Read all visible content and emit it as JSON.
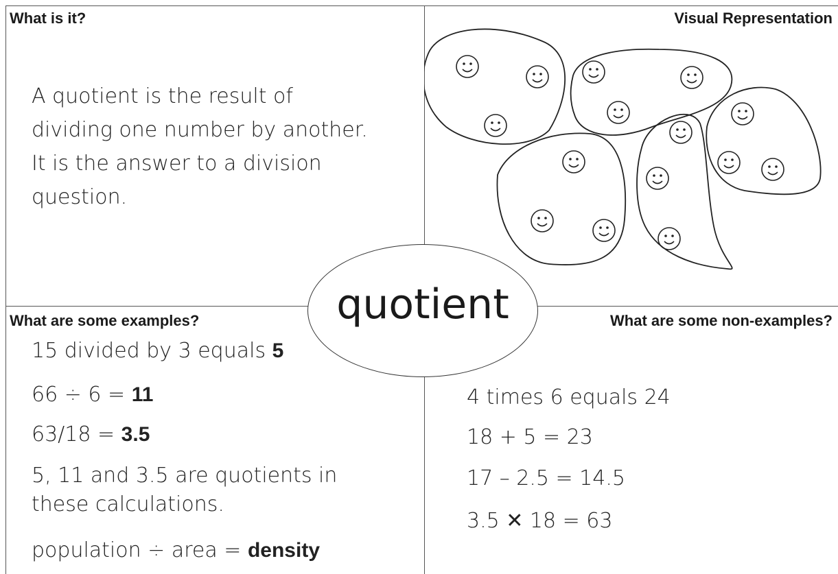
{
  "quadrants": {
    "top_left": {
      "heading": "What is it?",
      "definition_lines": [
        "A quotient is the result of",
        "dividing one number by another.",
        "It is the answer to a division",
        "question."
      ]
    },
    "top_right": {
      "heading": "Visual Representation",
      "groups": 5,
      "items_per_group": 3,
      "item_icon": "smiley-face-icon"
    },
    "bottom_left": {
      "heading": "What are some examples?",
      "examples": [
        {
          "prefix": "15 divided by 3 equals ",
          "answer": "5"
        },
        {
          "prefix": "66 ÷ 6 = ",
          "answer": "11"
        },
        {
          "prefix": "63/18 = ",
          "answer": "3.5"
        }
      ],
      "note_lines": [
        "5, 11 and 3.5 are quotients in",
        "these calculations."
      ],
      "last_example": {
        "prefix": "population ÷ area = ",
        "answer": "density"
      }
    },
    "bottom_right": {
      "heading": "What are some non-examples?",
      "non_examples": [
        "4 times 6 equals 24",
        "18 + 5 = 23",
        "17 – 2.5 = 14.5",
        "3.5 ✕ 18 = 63"
      ]
    }
  },
  "center_word": "quotient"
}
